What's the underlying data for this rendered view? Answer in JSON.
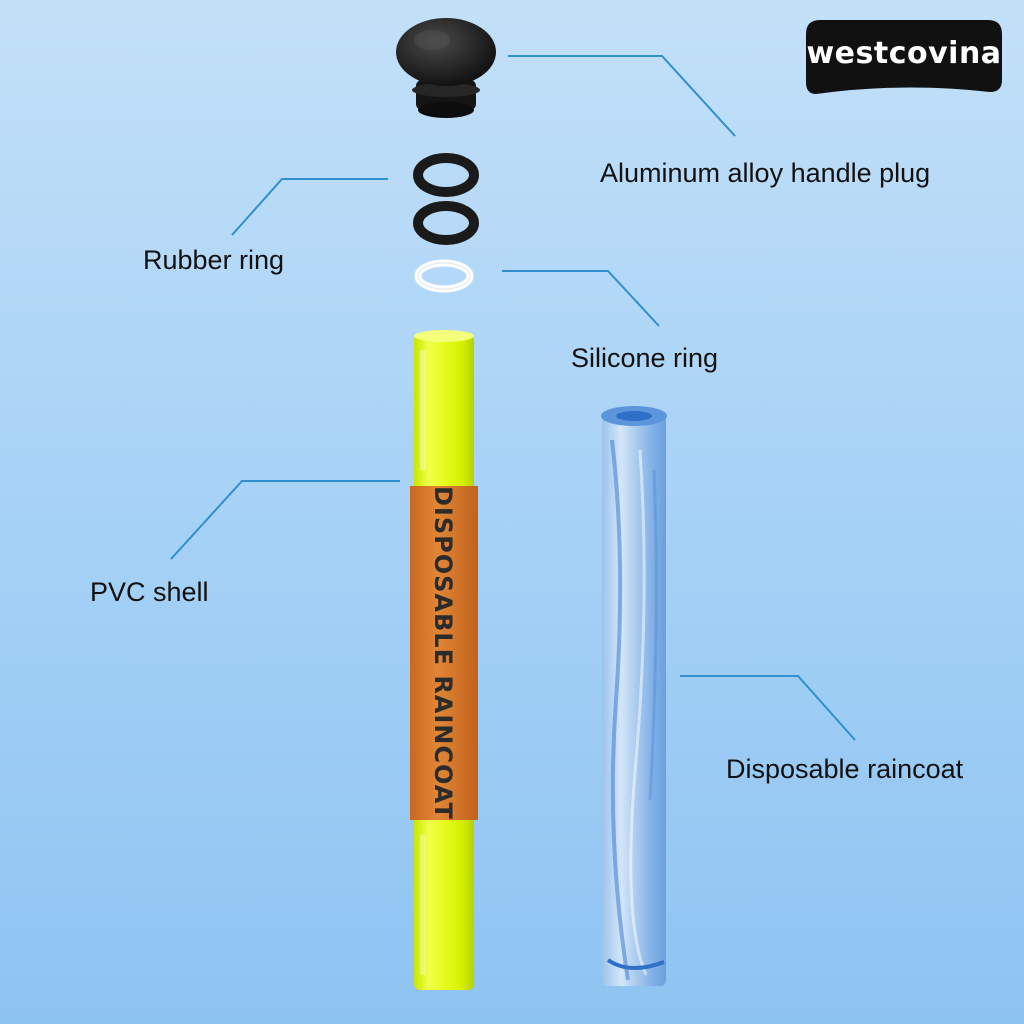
{
  "brand": {
    "logo_text": "westcovina",
    "logo_color": "#111111"
  },
  "tube_label": "DISPOSABLE RAINCOAT",
  "callouts": [
    {
      "id": "handle-plug",
      "text": "Aluminum alloy handle plug"
    },
    {
      "id": "rubber-ring",
      "text": "Rubber ring"
    },
    {
      "id": "silicone-ring",
      "text": "Silicone ring"
    },
    {
      "id": "pvc-shell",
      "text": "PVC shell"
    },
    {
      "id": "raincoat",
      "text": "Disposable raincoat"
    }
  ],
  "colors": {
    "leader_line": "#2f8fcf",
    "tube_yellow": "#e4fb1a",
    "tube_band": "#d9782a",
    "plug": "#1c1c1c",
    "raincoat": "#8db8e8"
  }
}
